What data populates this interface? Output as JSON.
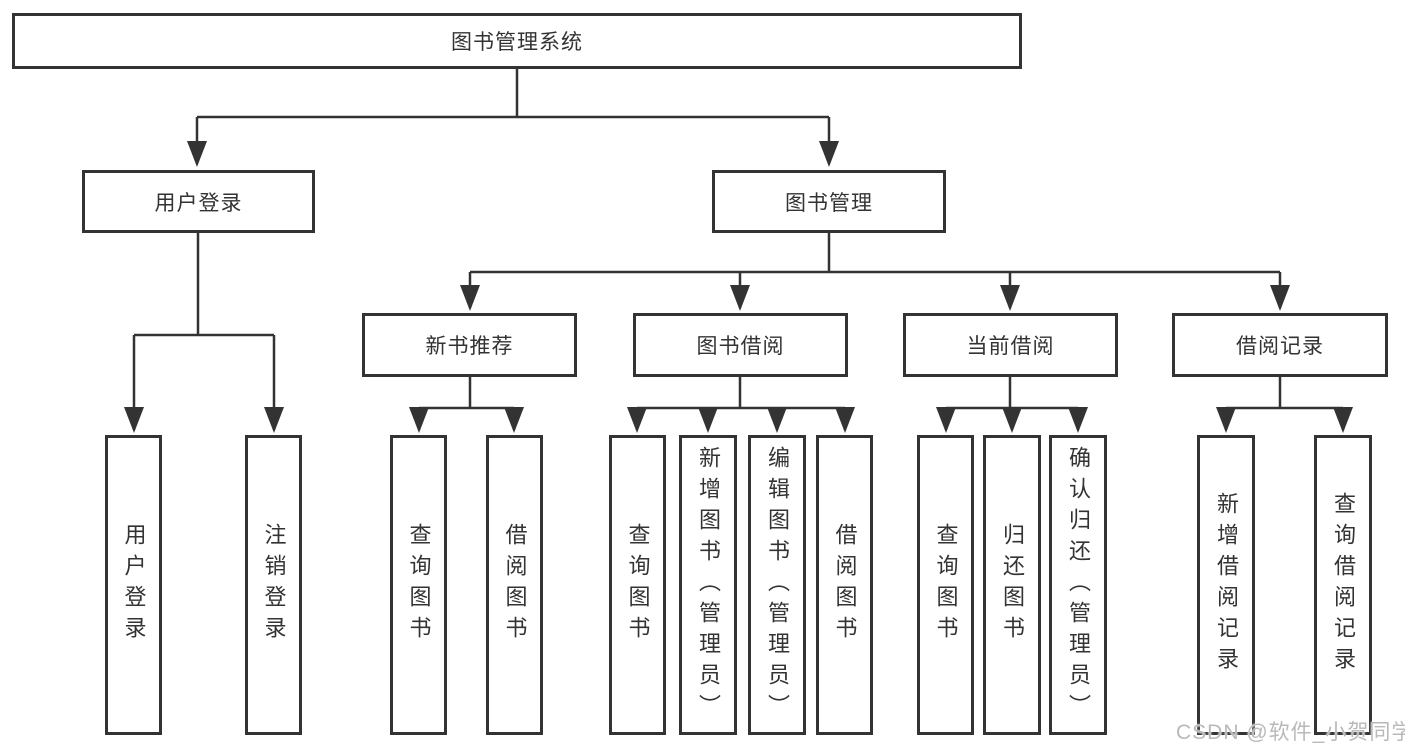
{
  "diagram": {
    "type": "tree",
    "root": {
      "label": "图书管理系统"
    },
    "branches": [
      {
        "label": "用户登录",
        "children": [
          {
            "label": "用户登录"
          },
          {
            "label": "注销登录"
          }
        ]
      },
      {
        "label": "图书管理",
        "children": [
          {
            "label": "新书推荐",
            "children": [
              {
                "label": "查询图书"
              },
              {
                "label": "借阅图书"
              }
            ]
          },
          {
            "label": "图书借阅",
            "children": [
              {
                "label": "查询图书"
              },
              {
                "label": "新增图书（管理员）"
              },
              {
                "label": "编辑图书（管理员）"
              },
              {
                "label": "借阅图书"
              }
            ]
          },
          {
            "label": "当前借阅",
            "children": [
              {
                "label": "查询图书"
              },
              {
                "label": "归还图书"
              },
              {
                "label": "确认归还（管理员）"
              }
            ]
          },
          {
            "label": "借阅记录",
            "children": [
              {
                "label": "新增借阅记录"
              },
              {
                "label": "查询借阅记录"
              }
            ]
          }
        ]
      }
    ]
  },
  "watermark": {
    "text": "CSDN @软件_小贺同学"
  },
  "colors": {
    "line": "#333333",
    "text": "#333333",
    "box_background": "#ffffff",
    "watermark": "#b9b9b9",
    "background": "#ffffff"
  }
}
